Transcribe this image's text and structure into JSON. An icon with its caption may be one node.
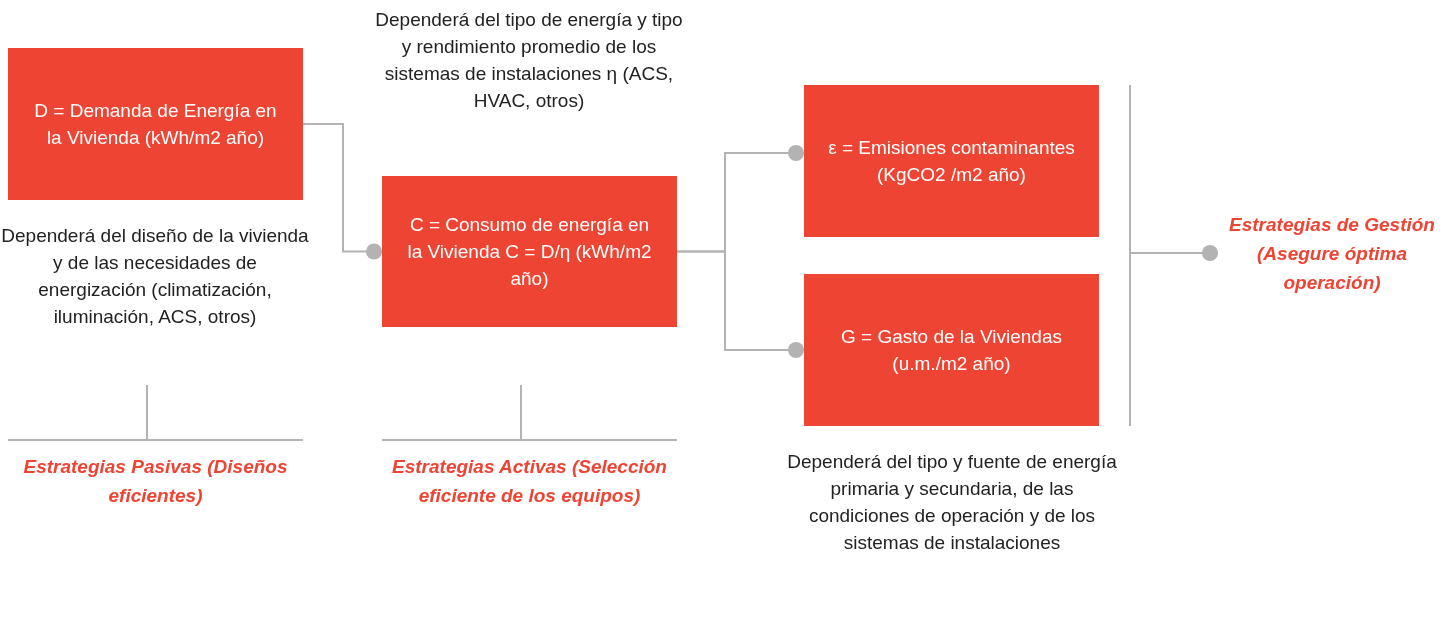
{
  "diagram": {
    "nodes": [
      {
        "text": [
          "D = Demanda de Energía en la Vivienda (kWh/m2 año)"
        ],
        "beside": [
          "Dependerá del diseño de la vivienda y de las necesidades de energización (climatización, iluminación, ACS, otros)"
        ]
      },
      {
        "text": [
          "C = Consumo de energía en la Vivienda C = D/η (kWh/m2 año)"
        ],
        "beside": [
          "Dependerá del tipo de energía y tipo y rendimiento promedio de los sistemas de instalaciones η (ACS, HVAC, otros)"
        ]
      },
      {
        "text": [
          "ε = Emisiones contaminantes (KgCO2 /m2 año)"
        ]
      },
      {
        "text": [
          "G = Gasto de la Viviendas (u.m./m2 año)"
        ],
        "beside": [
          "Dependerá del tipo y fuente de energía primaria y secundaria, de las condiciones de operación y de los sistemas de instalaciones"
        ]
      },
      {
        "text": [
          "Estrategias de Gestión (Asegure óptima operación)"
        ]
      }
    ],
    "edges": [
      {
        "from": 0,
        "to": 1,
        "arrow": "other"
      },
      {
        "from": 1,
        "to": 2,
        "arrow": "other"
      },
      {
        "from": 1,
        "to": 3,
        "arrow": "other"
      },
      {
        "from": null,
        "to": 4,
        "arrow": "other"
      }
    ],
    "labels": [
      "Estrategias Pasivas (Diseños eficientes)",
      "Estrategias Activas (Selección eficiente de los equipos)"
    ]
  }
}
